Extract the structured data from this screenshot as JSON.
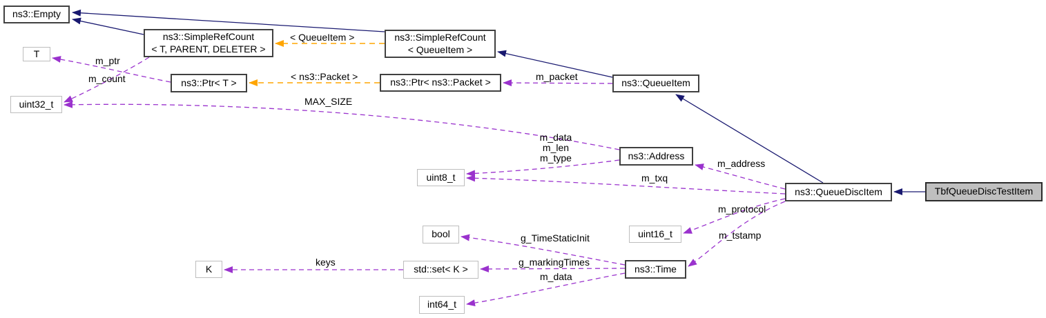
{
  "colors": {
    "inheritance_edge": "#191970",
    "member_edge": "#9a32cd",
    "template_edge": "#ffa500",
    "class_border": "#404040",
    "plain_border": "#bdbdbd",
    "focus_fill": "#bfbfbf"
  },
  "nodes": {
    "empty": {
      "label": "ns3::Empty"
    },
    "simple_ref_count_tpd": {
      "line1": "ns3::SimpleRefCount",
      "line2": "< T, PARENT, DELETER >"
    },
    "simple_ref_count_queueitem": {
      "line1": "ns3::SimpleRefCount",
      "line2": "< QueueItem >"
    },
    "t": {
      "label": "T"
    },
    "ptr_t": {
      "label": "ns3::Ptr< T >"
    },
    "ptr_packet": {
      "label": "ns3::Ptr< ns3::Packet >"
    },
    "uint32_t": {
      "label": "uint32_t"
    },
    "queue_item": {
      "label": "ns3::QueueItem"
    },
    "uint8_t": {
      "label": "uint8_t"
    },
    "address": {
      "label": "ns3::Address"
    },
    "queue_disc_item": {
      "label": "ns3::QueueDiscItem"
    },
    "tbf_queue_disc_test_item": {
      "label": "TbfQueueDiscTestItem"
    },
    "uint16_t": {
      "label": "uint16_t"
    },
    "bool": {
      "label": "bool"
    },
    "std_set_k": {
      "label": "std::set< K >"
    },
    "time": {
      "label": "ns3::Time"
    },
    "k": {
      "label": "K"
    },
    "int64_t": {
      "label": "int64_t"
    }
  },
  "edge_labels": {
    "template_queueitem": "< QueueItem >",
    "template_packet": "< ns3::Packet >",
    "m_ptr": "m_ptr",
    "m_count": "m_count",
    "max_size": "MAX_SIZE",
    "m_packet": "m_packet",
    "address_members_1": "m_data",
    "address_members_2": "m_len",
    "address_members_3": "m_type",
    "m_txq": "m_txq",
    "m_address": "m_address",
    "m_protocol": "m_protocol",
    "m_tstamp": "m_tstamp",
    "g_time_static_init": "g_TimeStaticInit",
    "g_marking_times": "g_markingTimes",
    "m_data_time": "m_data",
    "keys": "keys"
  }
}
